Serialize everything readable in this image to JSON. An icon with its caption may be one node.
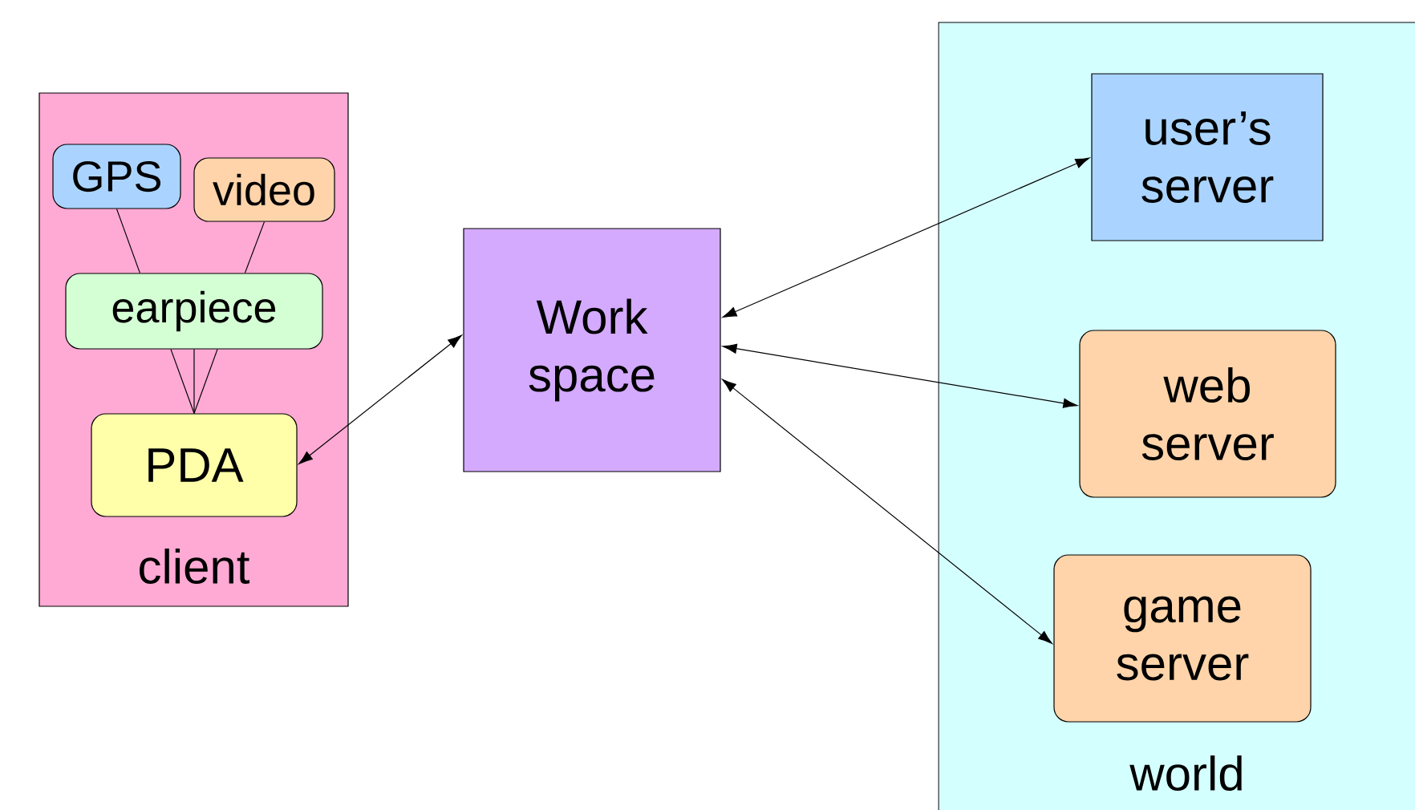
{
  "diagram": {
    "nodes": [
      {
        "text": [
          "client"
        ]
      },
      {
        "text": [
          "GPS"
        ],
        "in": 0
      },
      {
        "text": [
          "video"
        ],
        "in": 0
      },
      {
        "text": [
          "earpiece"
        ],
        "in": 0
      },
      {
        "text": [
          "PDA"
        ],
        "in": 0
      },
      {
        "text": [
          "Work space"
        ]
      },
      {
        "text": [
          "world"
        ]
      },
      {
        "text": [
          "user’s server"
        ],
        "in": 6
      },
      {
        "text": [
          "web server"
        ],
        "in": 6
      },
      {
        "text": [
          "game server"
        ],
        "in": 6
      }
    ],
    "edges": [
      {
        "from": 1,
        "to": 3,
        "arrow": "none"
      },
      {
        "from": 2,
        "to": 3,
        "arrow": "none"
      },
      {
        "from": 3,
        "to": 4,
        "arrow": "none"
      },
      {
        "from": 3,
        "to": 4,
        "arrow": "none"
      },
      {
        "from": 3,
        "to": 4,
        "arrow": "none"
      },
      {
        "from": 4,
        "to": 5,
        "arrow": "both"
      },
      {
        "from": 5,
        "to": 7,
        "arrow": "both"
      },
      {
        "from": 5,
        "to": 8,
        "arrow": "both"
      },
      {
        "from": 5,
        "to": 9,
        "arrow": "both"
      }
    ]
  }
}
